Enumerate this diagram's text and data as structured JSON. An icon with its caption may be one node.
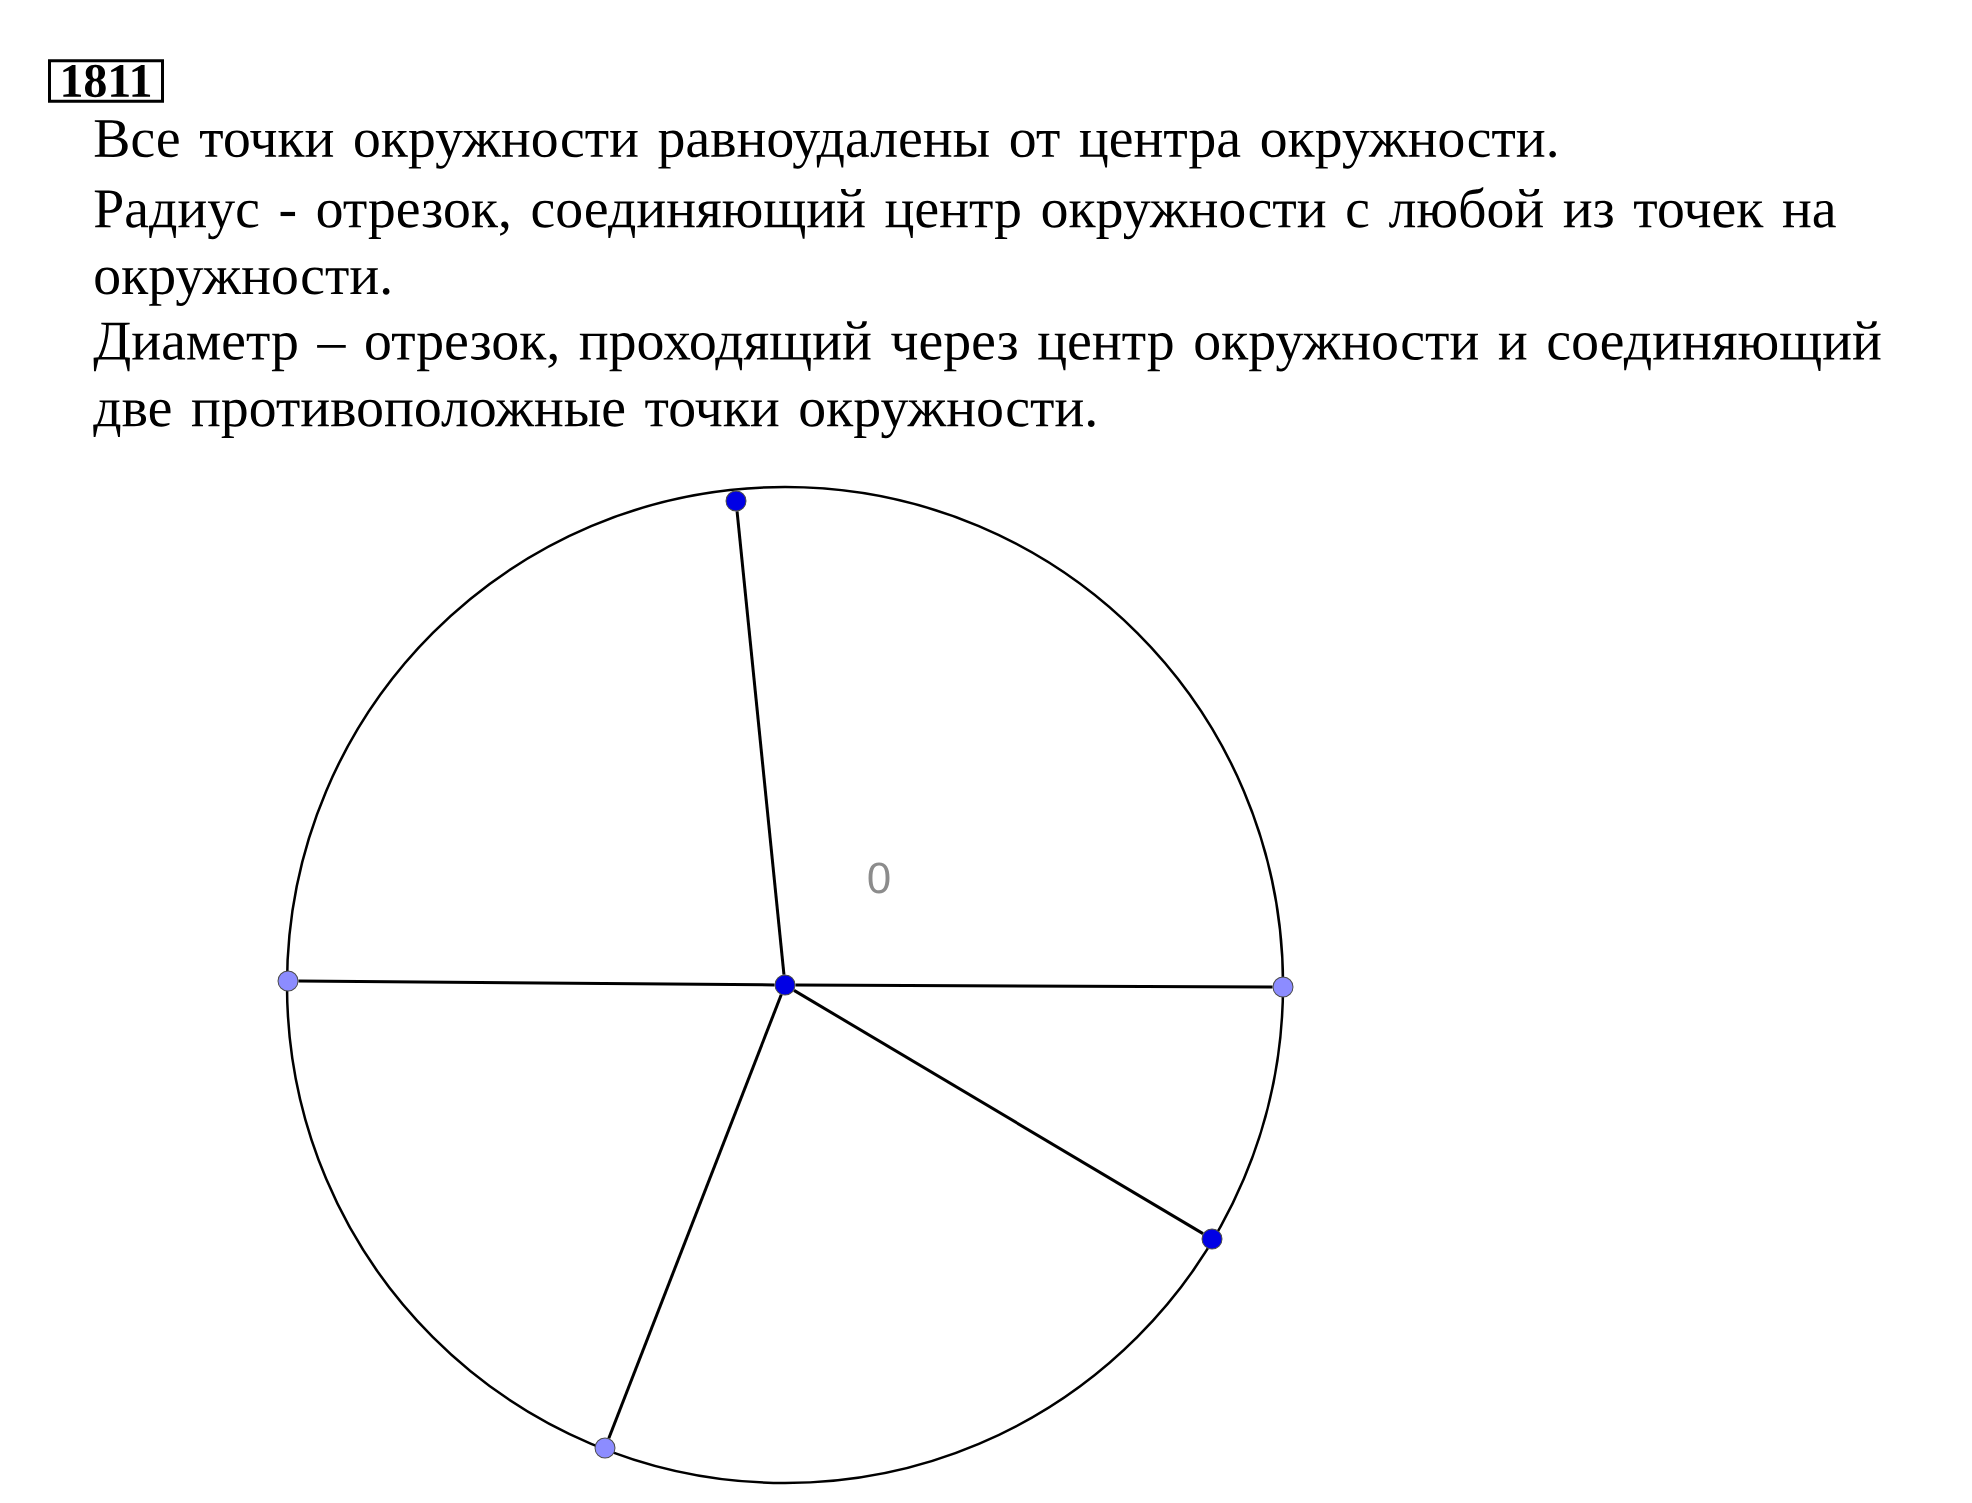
{
  "diagram": {
    "nodes": [
      {
        "text": [
          "1811"
        ]
      },
      {
        "text": [],
        "shape": "circle"
      },
      {
        "text": [],
        "shape": "circle"
      },
      {
        "text": [],
        "shape": "circle"
      },
      {
        "text": [],
        "shape": "circle"
      },
      {
        "text": [],
        "shape": "circle"
      },
      {
        "text": [],
        "shape": "circle"
      }
    ],
    "edges": [
      {
        "from": 1,
        "to": 2,
        "arrow": "none"
      },
      {
        "from": 3,
        "to": 1,
        "arrow": "none"
      },
      {
        "from": 1,
        "to": 4,
        "arrow": "none"
      },
      {
        "from": 1,
        "to": 5,
        "arrow": "none"
      },
      {
        "from": 1,
        "to": 6,
        "arrow": "none"
      }
    ],
    "labels": [
      "Все точки окружности равноудалены от центра окружности.",
      "Радиус - отрезок, соединяющий центр окружности с любой из точек на окружности.",
      "Диаметр – отрезок, проходящий через центр окружности и соединяющий две противоположные точки окружности.",
      "0"
    ]
  }
}
